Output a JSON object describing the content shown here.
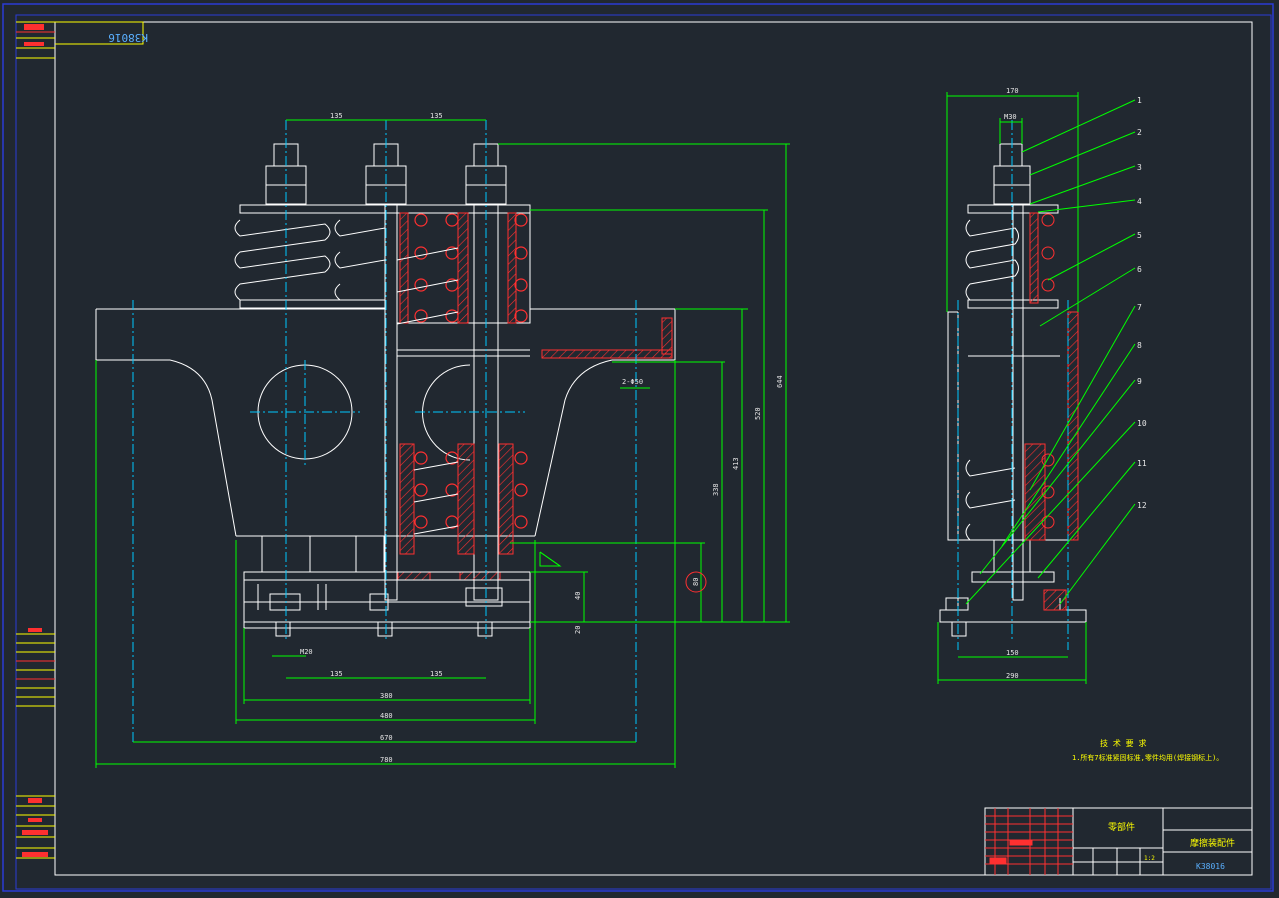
{
  "drawing": {
    "code_box": "K38016",
    "title_block": {
      "part_name": "零部件",
      "assembly_name": "摩擦装配件",
      "drawing_no": "K38016",
      "scale": "1:2"
    },
    "tech_req_title": "技 术 要 求",
    "tech_req_line": "1.所有7标准紧固标准,零件均用(焊接钢标上)。",
    "colors": {
      "background": "#212830",
      "outline": "#ffffff",
      "dimension": "#00ff00",
      "centerline": "#00c8ff",
      "hatch": "#ff3030",
      "text": "#ffff00",
      "sheet_border": "#2b3bd6"
    },
    "dims_front": {
      "pitch_left": "135",
      "pitch_right": "135",
      "base_pitch_left": "135",
      "base_pitch_right": "135",
      "bolt": "M20",
      "w_380": "380",
      "w_480": "480",
      "w_670": "670",
      "w_780": "780",
      "h_644": "644",
      "h_520": "520",
      "h_413": "413",
      "h_338": "338",
      "h_40": "40",
      "h_20": "20",
      "hole": "2-Φ50",
      "circle_note": "80"
    },
    "dims_side": {
      "top_width": "170",
      "bolt_top": "M30",
      "base_inner": "150",
      "base_outer": "290"
    },
    "balloons": [
      "1",
      "2",
      "3",
      "4",
      "5",
      "6",
      "7",
      "8",
      "9",
      "10",
      "11",
      "12"
    ]
  }
}
